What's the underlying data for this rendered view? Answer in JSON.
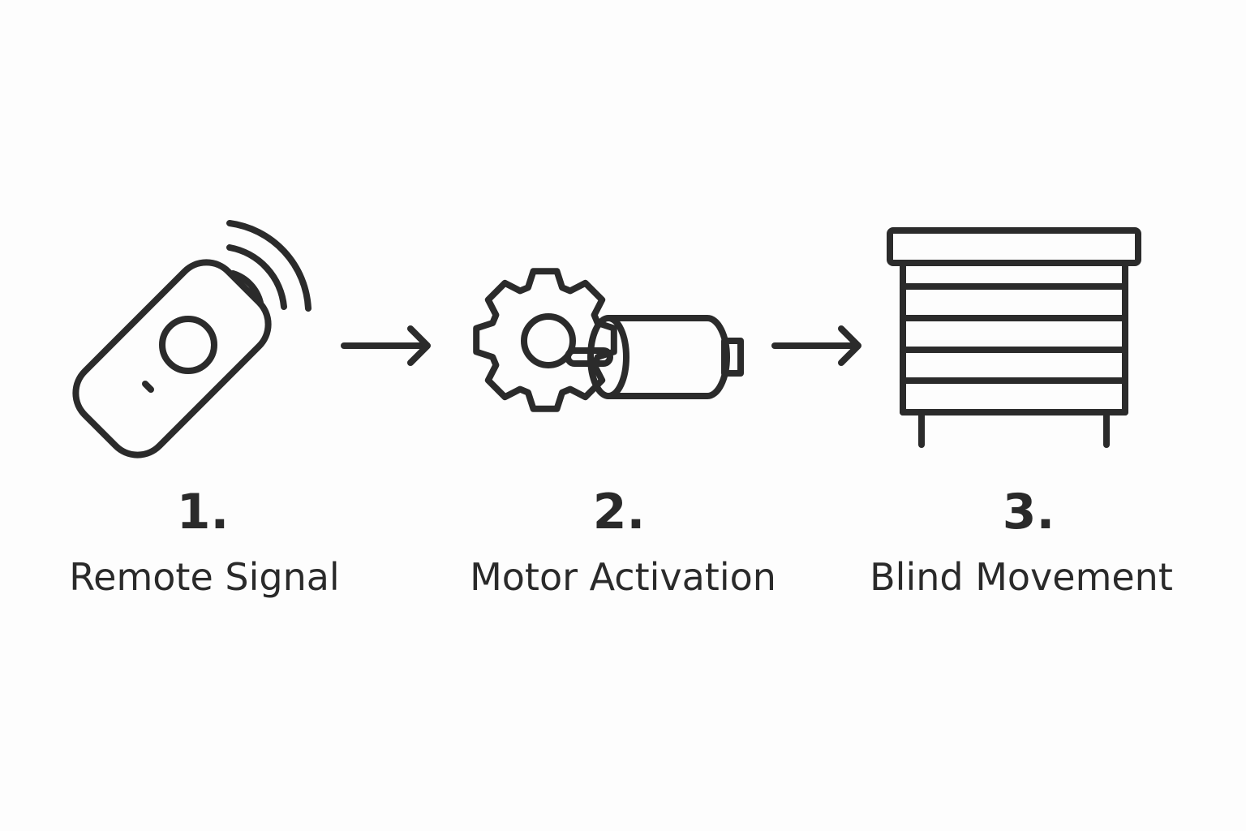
{
  "colors": {
    "stroke": "#2b2b2b",
    "background": "#fdfdfd"
  },
  "steps": [
    {
      "number": "1.",
      "label": "Remote Signal",
      "icon": "remote-control-icon"
    },
    {
      "number": "2.",
      "label": "Motor Activation",
      "icon": "gear-motor-icon"
    },
    {
      "number": "3.",
      "label": "Blind Movement",
      "icon": "window-blind-icon"
    }
  ]
}
